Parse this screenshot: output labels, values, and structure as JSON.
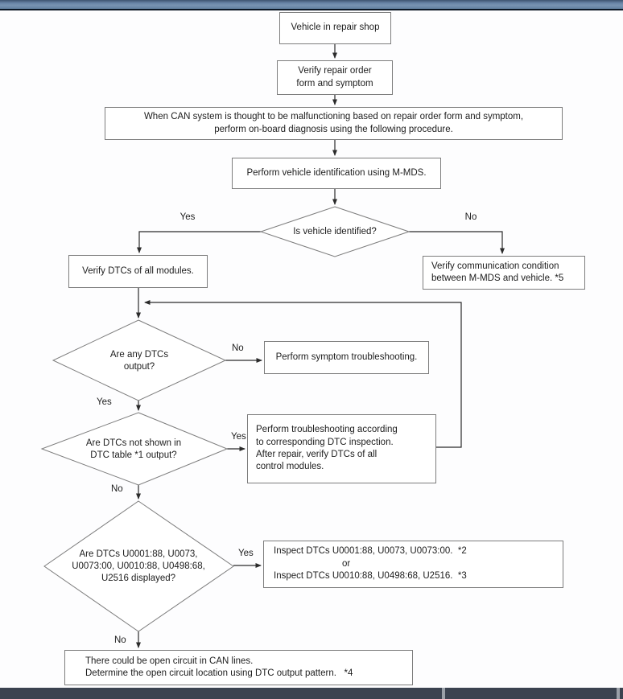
{
  "chrome": {
    "top_bar_color": "#6884a6",
    "bottom_bar_color": "#3b4350",
    "divider_color": "#9aa0a8"
  },
  "nodes": {
    "start": {
      "text": "Vehicle in repair shop"
    },
    "verifyOrder": {
      "lines": [
        "Verify repair order",
        "form and symptom"
      ]
    },
    "canNote": {
      "lines": [
        "When CAN system is thought to be malfunctioning based on repair order form and symptom,",
        "perform on-board diagnosis using the following procedure."
      ]
    },
    "vehicleId": {
      "text": "Perform vehicle identification using M-MDS."
    },
    "isIdentified": {
      "text": "Is vehicle identified?"
    },
    "verifyDtcs": {
      "text": "Verify DTCs of all modules."
    },
    "verifyComm": {
      "lines": [
        "Verify communication condition",
        "between M-MDS and vehicle. *5"
      ]
    },
    "anyDtcs": {
      "lines": [
        "Are any DTCs",
        "output?"
      ]
    },
    "symptomTs": {
      "text": "Perform symptom troubleshooting."
    },
    "notInTable": {
      "lines": [
        "Are DTCs not shown in",
        "DTC table *1 output?"
      ]
    },
    "dtcInspection": {
      "lines": [
        "Perform troubleshooting according",
        "to corresponding DTC inspection.",
        "After repair, verify DTCs of all",
        "control modules."
      ]
    },
    "dtcsDisplayed": {
      "lines": [
        "Are DTCs U0001:88, U0073,",
        "U0073:00, U0010:88, U0498:68,",
        "U2516 displayed?"
      ]
    },
    "inspectDtcs": {
      "lines": [
        "Inspect DTCs U0001:88, U0073, U0073:00.  *2",
        "or",
        "Inspect DTCs U0010:88, U0498:68, U2516.  *3"
      ]
    },
    "openCircuit": {
      "lines": [
        "There could be open circuit in CAN lines.",
        "Determine the open circuit location using DTC output pattern.   *4"
      ]
    }
  },
  "branch_labels": {
    "identified_yes": "Yes",
    "identified_no": "No",
    "any_dtcs_no": "No",
    "any_dtcs_yes": "Yes",
    "not_in_table_yes": "Yes",
    "not_in_table_no": "No",
    "displayed_yes": "Yes",
    "displayed_no": "No"
  }
}
